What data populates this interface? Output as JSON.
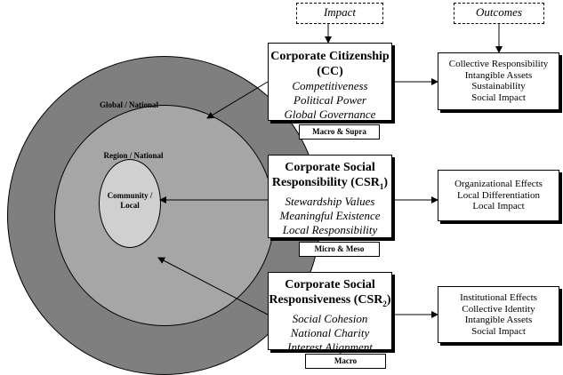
{
  "headers": {
    "impact": "Impact",
    "outcomes": "Outcomes"
  },
  "circles": {
    "outer": "Global / National",
    "middle": "Region / National",
    "inner_line1": "Community /",
    "inner_line2": "Local"
  },
  "cc": {
    "title_line1": "Corporate Citizenship",
    "title_line2": "(CC)",
    "items": [
      "Competitiveness",
      "Political Power",
      "Global Governance"
    ],
    "scope": "Macro & Supra",
    "outcomes": [
      "Collective Responsibility",
      "Intangible Assets",
      "Sustainability",
      "Social Impact"
    ]
  },
  "csr1": {
    "title_line1": "Corporate Social",
    "title_line2_pre": "Responsibility (CSR",
    "title_sub": "1",
    "title_post": ")",
    "items": [
      "Stewardship Values",
      "Meaningful Existence",
      "Local Responsibility"
    ],
    "scope": "Micro & Meso",
    "outcomes": [
      "Organizational Effects",
      "Local Differentiation",
      "Local Impact"
    ]
  },
  "csr2": {
    "title_line1": "Corporate Social",
    "title_line2_pre": "Responsiveness (CSR",
    "title_sub": "2",
    "title_post": ")",
    "items": [
      "Social Cohesion",
      "National Charity",
      "Interest Alignment"
    ],
    "scope": "Macro",
    "outcomes": [
      "Institutional Effects",
      "Collective Identity",
      "Intangible Assets",
      "Social Impact"
    ]
  }
}
